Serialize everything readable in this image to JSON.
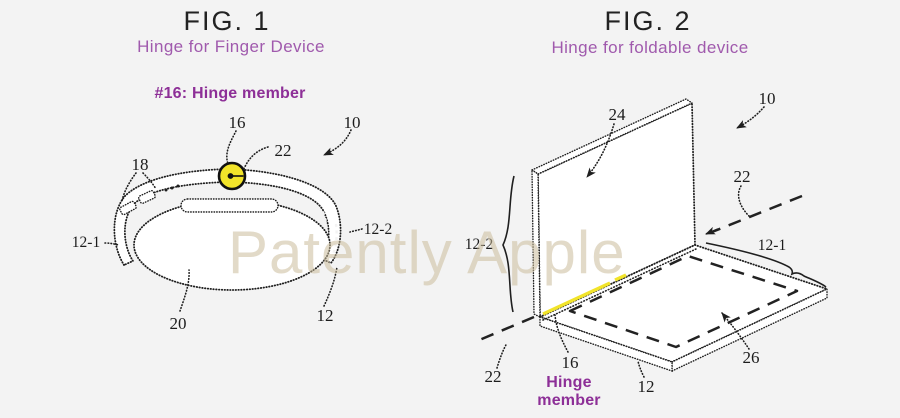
{
  "page": {
    "background": "#f3f3f3"
  },
  "watermark": {
    "text": "Patently Apple"
  },
  "colors": {
    "line_ink": "#1f1f1f",
    "subtitle_purple": "#a05aad",
    "callout_purple": "#8d2f97",
    "hinge_yellow": "#f2e42a",
    "watermark_tan": "#cbbd9c",
    "background": "#f3f3f3"
  },
  "fig1": {
    "title": "FIG. 1",
    "subtitle": "Hinge for Finger Device",
    "callout": "#16: Hinge member",
    "labels": {
      "n16": "16",
      "n22": "22",
      "n10": "10",
      "n18": "18",
      "n12_1": "12-1",
      "n12_2": "12-2",
      "n20": "20",
      "n12": "12"
    }
  },
  "fig2": {
    "title": "FIG. 2",
    "subtitle": "Hinge for foldable device",
    "callout_line1": "Hinge",
    "callout_line2": "member",
    "labels": {
      "n24": "24",
      "n10": "10",
      "n22_axis": "22",
      "n12_2": "12-2",
      "n12_1": "12-1",
      "n16": "16",
      "n12": "12",
      "n26": "26",
      "n22_axis_lower": "22"
    }
  }
}
